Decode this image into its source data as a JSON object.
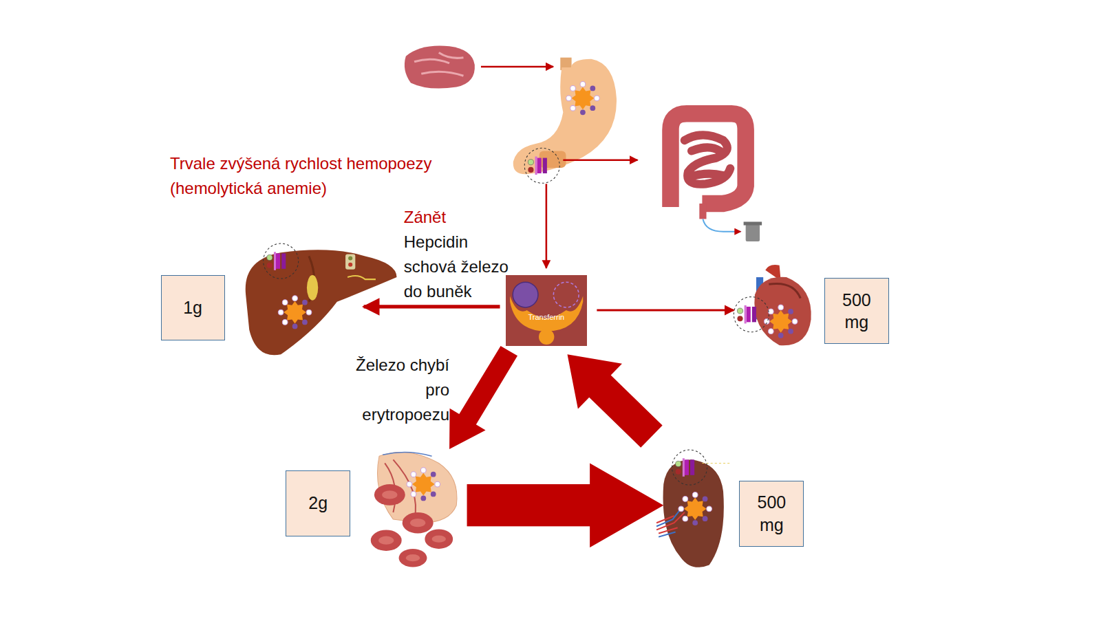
{
  "diagram": {
    "nodes": [
      {
        "text": [
          "1g"
        ]
      },
      {
        "text": [
          "Transferrin"
        ]
      },
      {
        "text": [
          "500 mg"
        ]
      },
      {
        "text": [
          "2g"
        ]
      },
      {
        "text": [
          "500 mg"
        ]
      }
    ],
    "labels": [
      "Trvale zvýšená rychlost hemopoezy (hemolytická anemie)",
      "Zánět",
      "Hepcidin schová železo do buněk",
      "Železo chybí pro erytropoezu"
    ]
  }
}
